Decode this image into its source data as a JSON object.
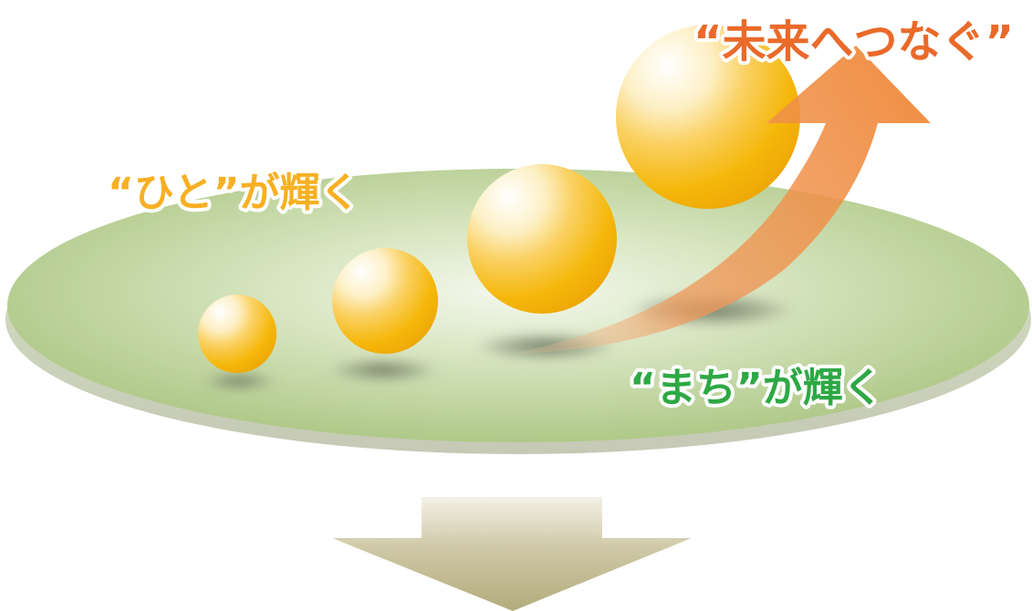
{
  "labels": {
    "people_shine": "“ひと”が輝く",
    "town_shines": "“まち”が輝く",
    "connect_future": "“未来へつなぐ”"
  },
  "icons": {
    "spheres": [
      "sphere-icon",
      "sphere-icon",
      "sphere-icon",
      "sphere-icon"
    ],
    "up_arrow": "curved-up-arrow-icon",
    "down_arrow": "down-arrow-icon"
  },
  "colors": {
    "disc_fill": "#b9d197",
    "disc_center": "#f2f6ea",
    "sphere_gold": "#f7bb10",
    "arrow_orange": "#ea8a44",
    "down_arrow_khaki": "#b9b287",
    "people_label": "#f5a91e",
    "town_label": "#27a33f",
    "future_label": "#ea6321"
  }
}
